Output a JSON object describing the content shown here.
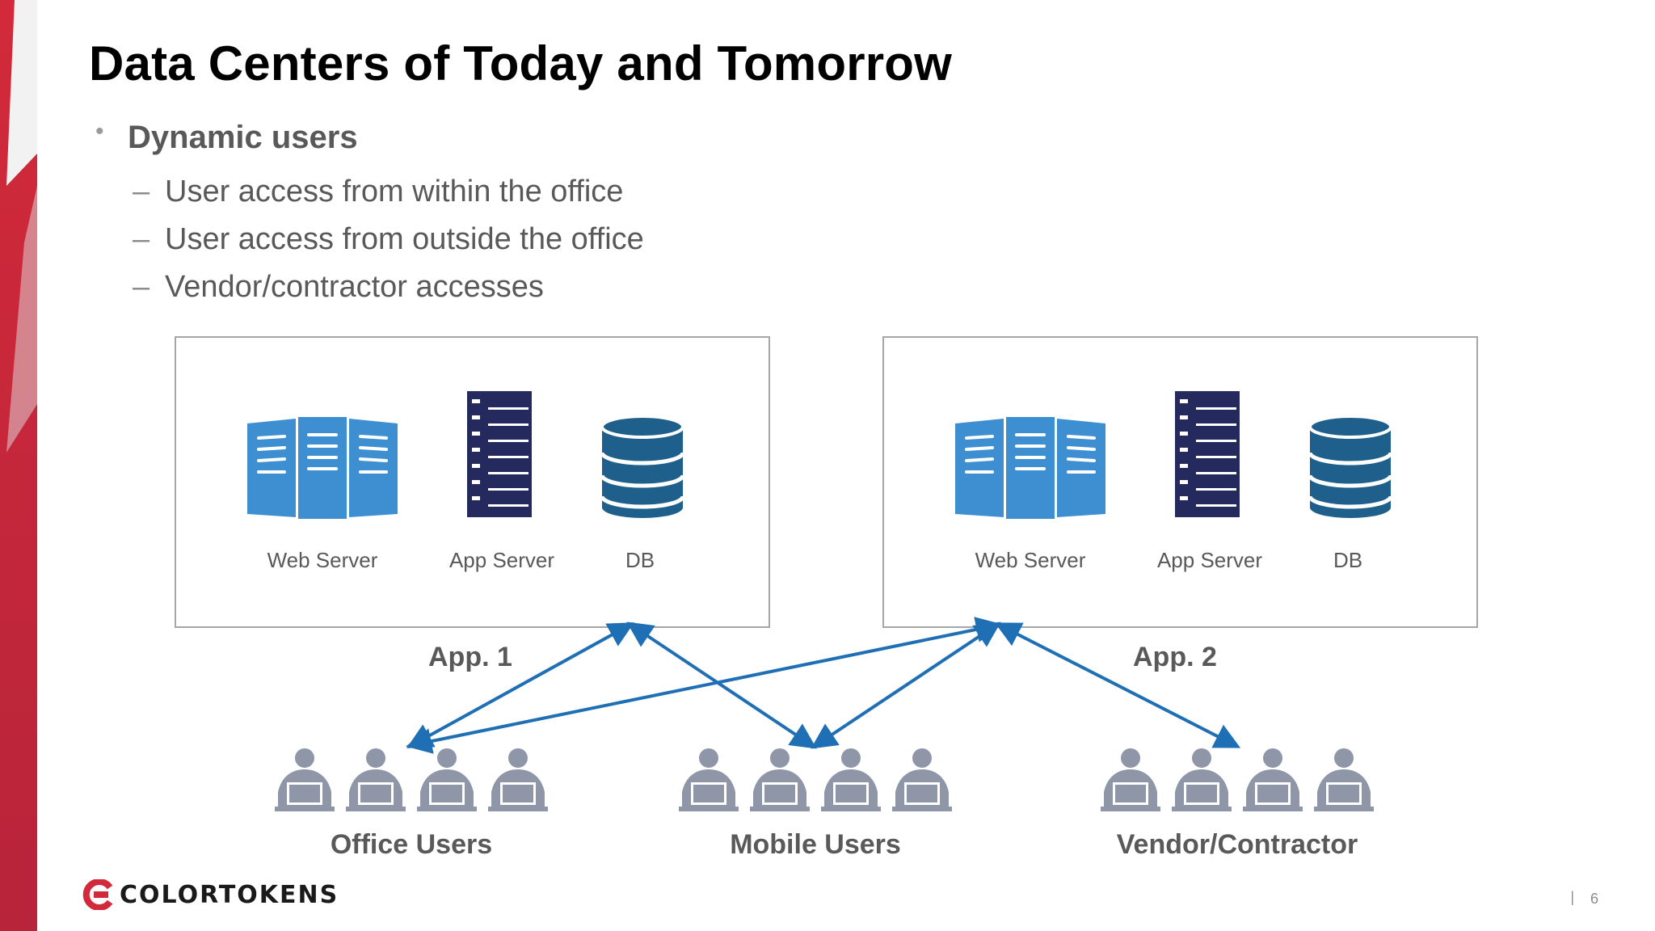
{
  "slide": {
    "title": "Data Centers of Today and Tomorrow",
    "page_number": "6",
    "page_separator": "|"
  },
  "bullets": {
    "main": "Dynamic users",
    "subs": [
      "User access from within the office",
      "User access from outside the office",
      "Vendor/contractor accesses"
    ]
  },
  "apps": [
    {
      "label": "App. 1",
      "components": [
        {
          "label": "Web Server",
          "icon": "web-server-icon"
        },
        {
          "label": "App Server",
          "icon": "app-server-icon"
        },
        {
          "label": "DB",
          "icon": "database-icon"
        }
      ]
    },
    {
      "label": "App. 2",
      "components": [
        {
          "label": "Web Server",
          "icon": "web-server-icon"
        },
        {
          "label": "App Server",
          "icon": "app-server-icon"
        },
        {
          "label": "DB",
          "icon": "database-icon"
        }
      ]
    }
  ],
  "user_groups": [
    {
      "label": "Office Users",
      "count": 4,
      "icon": "user-laptop-icon"
    },
    {
      "label": "Mobile Users",
      "count": 4,
      "icon": "user-laptop-icon"
    },
    {
      "label": "Vendor/Contractor",
      "count": 4,
      "icon": "user-laptop-icon"
    }
  ],
  "connections": [
    {
      "from": "Office Users",
      "to": "App. 1"
    },
    {
      "from": "Office Users",
      "to": "App. 2"
    },
    {
      "from": "Mobile Users",
      "to": "App. 1"
    },
    {
      "from": "Mobile Users",
      "to": "App. 2"
    },
    {
      "from": "Vendor/Contractor",
      "to": "App. 2"
    }
  ],
  "logo": {
    "text": "COLORTOKENS",
    "icon": "colortokens-logo-icon"
  },
  "colors": {
    "accent_red": "#c8263a",
    "arrow_blue": "#1f6fb5",
    "web_server_blue": "#3d8fd1",
    "app_server_navy": "#252a5e",
    "db_teal": "#1f5f8b",
    "user_gray": "#8e96a8"
  }
}
